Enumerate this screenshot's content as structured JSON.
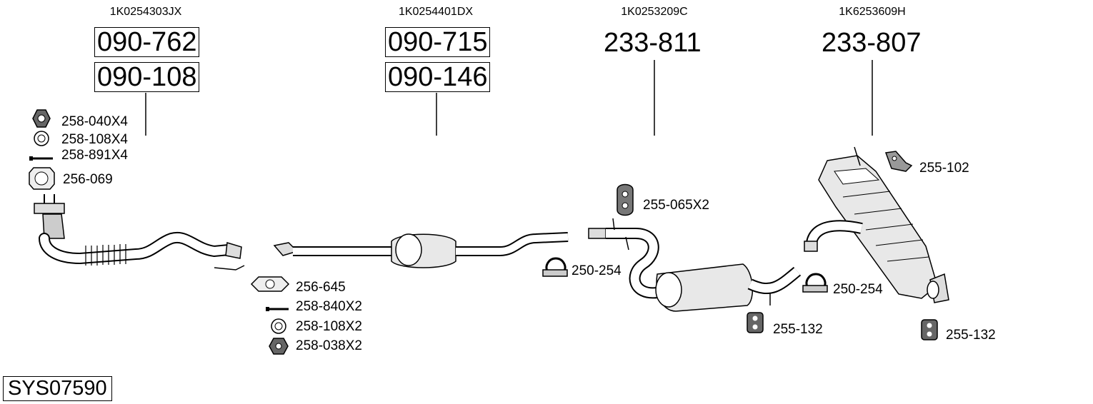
{
  "system_code": "SYS07590",
  "assemblies": [
    {
      "oe": "1K0254303JX",
      "parts": [
        "090-762",
        "090-108"
      ]
    },
    {
      "oe": "1K0254401DX",
      "parts": [
        "090-715",
        "090-146"
      ]
    },
    {
      "oe": "1K0253209C",
      "parts": [
        "233-811"
      ]
    },
    {
      "oe": "1K6253609H",
      "parts": [
        "233-807"
      ]
    }
  ],
  "accessories": {
    "nut_front": "258-040X4",
    "ring_front": "258-108X4",
    "bolt_front": "258-891X4",
    "gasket_front": "256-069",
    "gasket_mid": "256-645",
    "bolt_mid": "258-840X2",
    "ring_mid": "258-108X2",
    "nut_mid": "258-038X2",
    "clamp_center": "250-254",
    "rubber_center": "255-065X2",
    "hanger_center": "255-132",
    "clamp_rear": "250-254",
    "bracket_rear": "255-102",
    "hanger_rear": "255-132"
  }
}
